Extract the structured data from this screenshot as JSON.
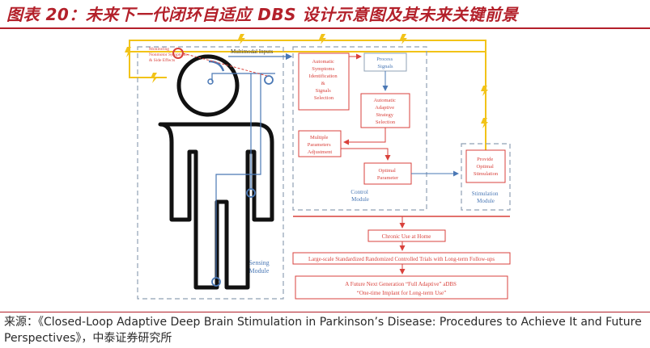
{
  "figure": {
    "title": "图表 20：未来下一代闭环自适应 DBS 设计示意图及其未来关键前景"
  },
  "diagram": {
    "monitoring_label": [
      "Monitoring",
      "Nonmotor Symptoms",
      "& Side Effects"
    ],
    "multimodal_inputs": "Multimodal Inputs",
    "sensing_module": [
      "Sensing",
      "Module"
    ],
    "control_module": [
      "Control",
      "Module"
    ],
    "stimulation_module": [
      "Stimulation",
      "Module"
    ],
    "boxes": {
      "auto_identification": [
        "Automatic",
        "Symptoms",
        "Identification",
        "&",
        "Signals",
        "Selection"
      ],
      "process_signals": [
        "Process",
        "Signals"
      ],
      "adaptive_strategy": [
        "Automatic",
        "Adaptive",
        "Strategy",
        "Selection"
      ],
      "multiple_params": [
        "Multiple",
        "Parameters",
        "Adjustment"
      ],
      "optimal_param": [
        "Optimal",
        "Parameter"
      ],
      "provide_stim": [
        "Provide",
        "Optimal",
        "Stimulation"
      ]
    },
    "prospects": {
      "chronic": "Chronic Use at Home",
      "trials": "Large-scale Standardized Randomized Controlled Trials with Long-term Follow-ups",
      "future": [
        "A Future Next Generation “Full Adaptive” aDBS",
        "“One-time Implant for Long-term Use”"
      ]
    }
  },
  "source": "来源：《Closed-Loop Adaptive Deep Brain Stimulation in Parkinson’s Disease: Procedures to Achieve It and Future Perspectives》，中泰证券研究所",
  "colors": {
    "accent_red": "#b3202a",
    "box_red": "#d9423c",
    "blue": "#4a78b5",
    "dash_gray": "#8fa0b5",
    "lightning": "#f2c318"
  }
}
